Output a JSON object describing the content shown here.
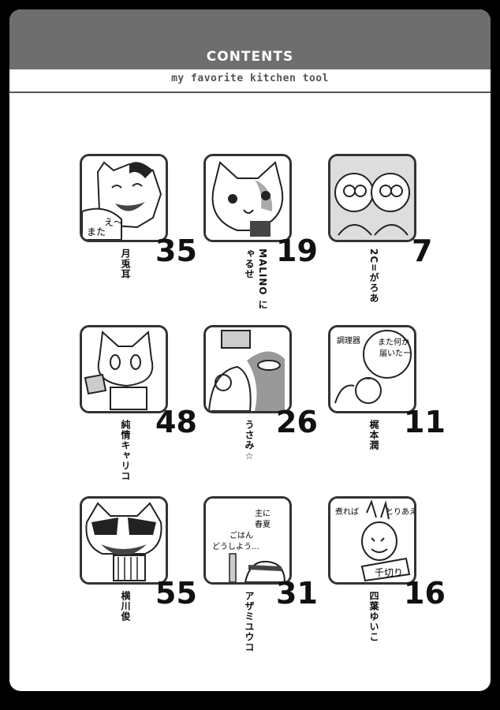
{
  "header": {
    "title": "CONTENTS",
    "subtitle": "my favorite kitchen tool"
  },
  "entries": [
    {
      "page": "35",
      "author": "月兎耳",
      "art_text": "え～ また"
    },
    {
      "page": "19",
      "author": "MALINO にゃるせ",
      "art_text": ""
    },
    {
      "page": "7",
      "author": "2C=がろあ",
      "art_text": ""
    },
    {
      "page": "48",
      "author": "純情キャリコ",
      "art_text": ""
    },
    {
      "page": "26",
      "author": "うさみ☆",
      "art_text": ""
    },
    {
      "page": "11",
      "author": "梶本潤",
      "art_text": "また何か届いたー 調理器"
    },
    {
      "page": "55",
      "author": "横川俊",
      "art_text": ""
    },
    {
      "page": "31",
      "author": "アザミユウコ",
      "art_text": "主に春夏 ごはんどうしよう…"
    },
    {
      "page": "16",
      "author": "四葉ゆいこ",
      "art_text": "煮ればヨシ とりあえず 千切り"
    }
  ]
}
